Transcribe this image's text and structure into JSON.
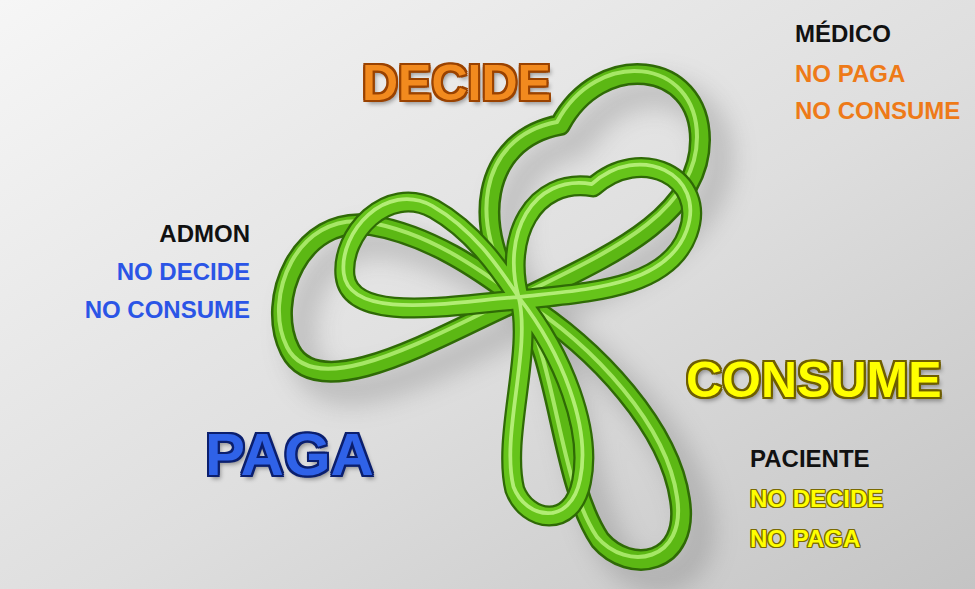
{
  "diagram": {
    "labels": [
      "DECIDE",
      "MÉDICO",
      "NO PAGA",
      "NO CONSUME",
      "ADMON",
      "NO DECIDE",
      "NO CONSUME",
      "PAGA",
      "CONSUME",
      "PACIENTE",
      "NO DECIDE",
      "NO PAGA"
    ]
  }
}
